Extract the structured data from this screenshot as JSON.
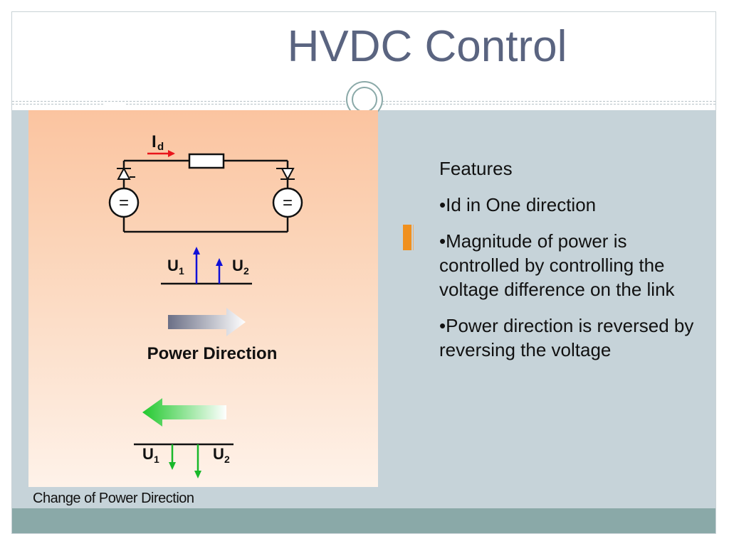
{
  "slide": {
    "title": "HVDC Control",
    "caption": "Change of Power Direction"
  },
  "diagram": {
    "current_label": "I",
    "current_sub": "d",
    "source_symbol": "=",
    "u1_label": "U",
    "u1_sub": "1",
    "u2_label": "U",
    "u2_sub": "2",
    "power_direction_label": "Power Direction"
  },
  "features": {
    "heading": "Features",
    "items": [
      "•Id in One direction",
      "•Magnitude of power is controlled by controlling the voltage difference on the link",
      "•Power direction is reversed by reversing the voltage"
    ]
  },
  "colors": {
    "title": "#5a6480",
    "body_band": "#c6d3d9",
    "footer_band": "#8aa9a8",
    "panel_top": "#fbc9a5",
    "panel_bottom": "#fdf0e6",
    "current_arrow": "#e8151b",
    "voltage_blue": "#1010d8",
    "voltage_green": "#19b82a",
    "accent_orange": "#f0901e"
  }
}
